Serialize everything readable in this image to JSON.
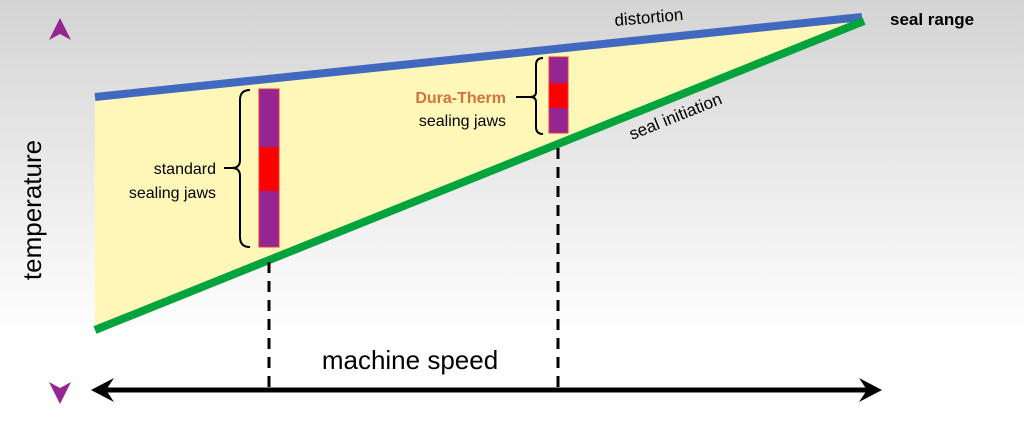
{
  "labels": {
    "distortion": "distortion",
    "seal_range": "seal range",
    "seal_initiation": "seal initiation",
    "standard_line1": "standard",
    "standard_line2": "sealing jaws",
    "dura_line1": "Dura-Therm",
    "dura_line2": "sealing jaws",
    "y_axis": "temperature",
    "x_axis": "machine speed"
  },
  "colors": {
    "distortion": "#4169c0",
    "seal_initiation": "#00a33c",
    "range_fill": "#fff7b7",
    "jaw_purple": "#952590",
    "jaw_red": "#ff0000",
    "dura_text": "#d2733d"
  }
}
